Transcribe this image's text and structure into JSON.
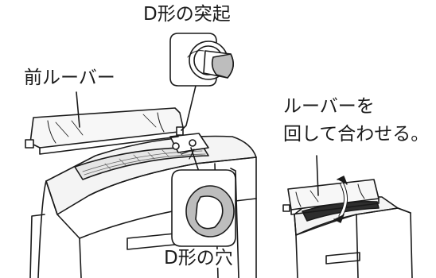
{
  "labels": {
    "d_projection": "D形の突起",
    "front_louver": "前ルーバー",
    "instruction_line1": "ルーバーを",
    "instruction_line2": "回して合わせる。",
    "d_hole": "D形の穴"
  },
  "colors": {
    "line": "#1a1a1a",
    "gray_fill": "#bdbdbd",
    "light_fill": "#f2f2f2",
    "dark_fill": "#3a3a3a"
  },
  "icons": [
    "rotate-arrow-icon"
  ]
}
